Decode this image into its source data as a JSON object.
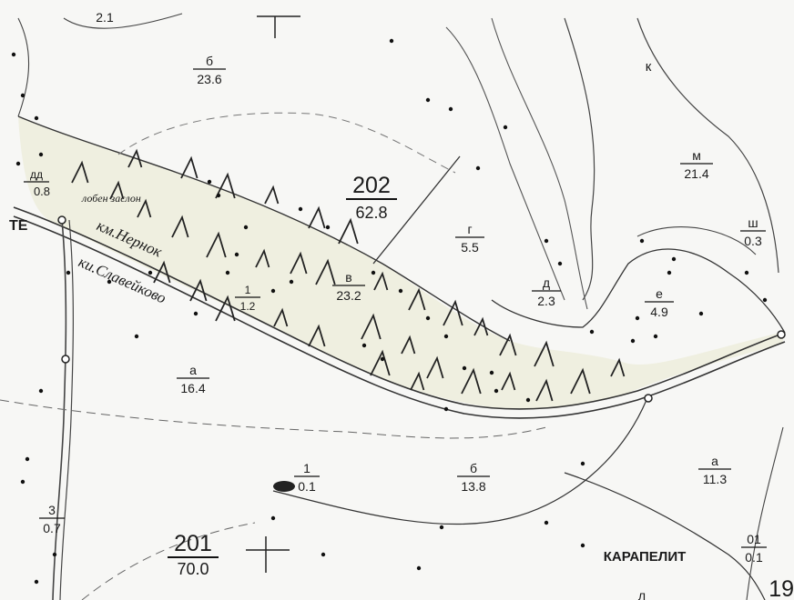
{
  "sections": [
    {
      "id": "202",
      "area": "62.8"
    },
    {
      "id": "201",
      "area": "70.0"
    },
    {
      "id": "19",
      "area": ""
    }
  ],
  "plots": [
    {
      "letter": "б",
      "area": "23.6"
    },
    {
      "letter": "м",
      "area": "21.4"
    },
    {
      "letter": "ш",
      "area": "0.3"
    },
    {
      "letter": "г",
      "area": "5.5"
    },
    {
      "letter": "в",
      "area": "23.2"
    },
    {
      "letter": "д",
      "area": "2.3"
    },
    {
      "letter": "е",
      "area": "4.9"
    },
    {
      "letter": "а",
      "area": "16.4"
    },
    {
      "letter": "б",
      "area": "13.8"
    },
    {
      "letter": "а",
      "area": "11.3"
    },
    {
      "letter": "1",
      "area": "0.1"
    },
    {
      "letter": "3",
      "area": "0.7"
    },
    {
      "letter": "01",
      "area": "0.1"
    },
    {
      "letter": "дд",
      "area": "0.8"
    },
    {
      "letter": "1",
      "area": "1.2"
    }
  ],
  "labels": {
    "top_left_number": "2.1",
    "k_letter": "к",
    "bottom_letter": "л",
    "te": "ТЕ",
    "place_name": "КАРАПЕЛИТ",
    "road_upper": "км.Нернок",
    "road_lower": "ки.Славейково",
    "forest_note": "лобен заслон"
  }
}
